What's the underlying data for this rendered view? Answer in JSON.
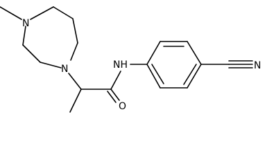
{
  "molecule": {
    "atoms": {
      "n_ring_top": "N",
      "n_ring_bottom": "N",
      "n_amide": "NH",
      "o_carbonyl": "O",
      "n_nitrile": "N"
    }
  }
}
